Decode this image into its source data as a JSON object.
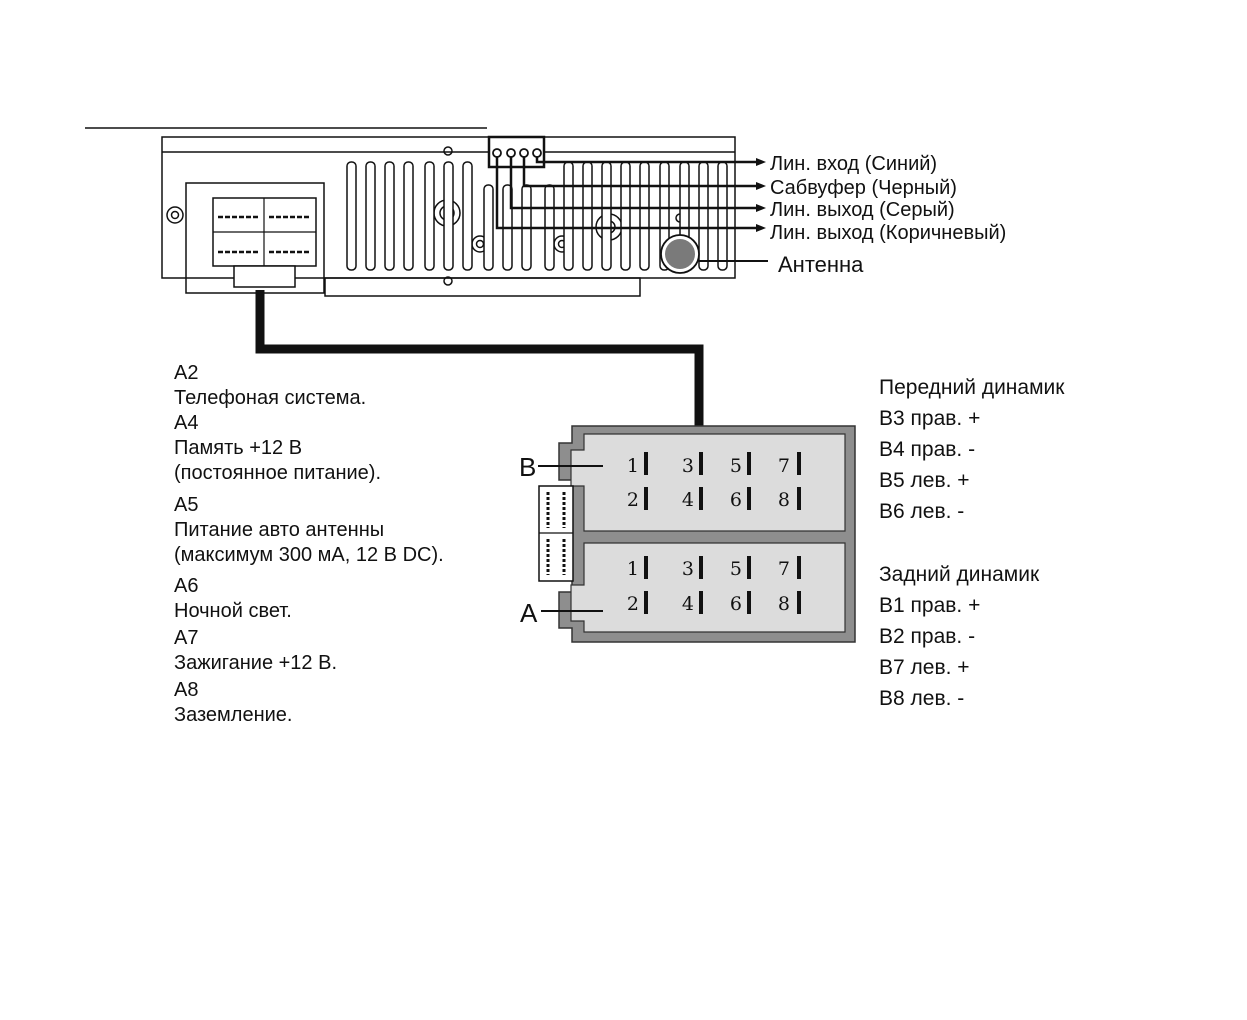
{
  "head_unit": {
    "outputs": [
      {
        "label": "Лин. вход (Синий)"
      },
      {
        "label": "Сабвуфер (Черный)"
      },
      {
        "label": "Лин. выход (Серый)"
      },
      {
        "label": "Лин. выход (Коричневый)"
      }
    ],
    "antenna_label": "Антенна"
  },
  "connector": {
    "block_b_label": "B",
    "block_a_label": "A",
    "pins_top_row": [
      "1",
      "3",
      "5",
      "7"
    ],
    "pins_bottom_row": [
      "2",
      "4",
      "6",
      "8"
    ]
  },
  "block_a_legend": [
    {
      "pin": "A2",
      "desc": [
        "Телефоная система."
      ]
    },
    {
      "pin": "A4",
      "desc": [
        "Память +12 В",
        "(постоянное питание)."
      ]
    },
    {
      "pin": "A5",
      "desc": [
        "Питание авто антенны",
        "(максимум 300 мА, 12 В DC)."
      ]
    },
    {
      "pin": "A6",
      "desc": [
        "Ночной свет."
      ]
    },
    {
      "pin": "A7",
      "desc": [
        "Зажигание +12 В."
      ]
    },
    {
      "pin": "A8",
      "desc": [
        "Заземление."
      ]
    }
  ],
  "front_speakers": {
    "title": "Передний динамик",
    "items": [
      "B3 прав. +",
      "B4 прав. -",
      "B5 лев. +",
      "B6 лев. -"
    ]
  },
  "rear_speakers": {
    "title": "Задний динамик",
    "items": [
      "B1 прав. +",
      "B2 прав. -",
      "B7 лев. +",
      "B8 лев. -"
    ]
  },
  "colors": {
    "connector_body": "#8e8e8e",
    "connector_inner": "#dcdcdc",
    "line": "#111111",
    "antenna_jack": "#7a7a7a"
  }
}
